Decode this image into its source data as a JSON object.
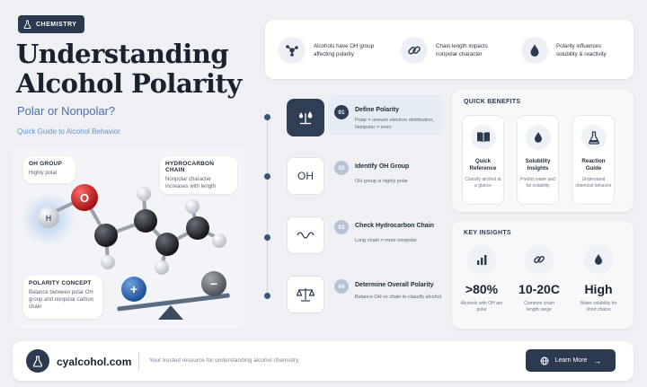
{
  "header": {
    "tag": "CHEMISTRY",
    "title_line1": "Understanding",
    "title_line2": "Alcohol Polarity",
    "subtitle": "Polar or Nonpolar?",
    "guide": "Quick Guide to Alcohol Behavior"
  },
  "molecule": {
    "oh_group": {
      "head": "OH GROUP",
      "text": "Highly polar"
    },
    "chain": {
      "head": "HYDROCARBON CHAIN",
      "text": "Nonpolar character increases with length"
    },
    "atom_label": "O",
    "h_label": "H",
    "concept": {
      "head": "POLARITY CONCEPT",
      "text": "Balance between polar OH group and nonpolar carbon chain"
    },
    "plus": "+",
    "minus": "−"
  },
  "facts": [
    {
      "icon": "molecule-icon",
      "text": "Alcohols have OH group affecting polarity"
    },
    {
      "icon": "chain-link-icon",
      "text": "Chain length impacts nonpolar character"
    },
    {
      "icon": "droplet-icon",
      "text": "Polarity influences solubility & reactivity"
    }
  ],
  "steps": [
    {
      "num": "01",
      "title": "Define Polarity",
      "desc": "Polar = uneven electron distribution, Nonpolar = even",
      "icon": "scale-droplet-icon"
    },
    {
      "num": "02",
      "title": "Identify OH Group",
      "desc": "OH group is highly polar",
      "icon_text": "OH"
    },
    {
      "num": "03",
      "title": "Check Hydrocarbon Chain",
      "desc": "Long chain = more nonpolar",
      "icon": "wave-icon"
    },
    {
      "num": "04",
      "title": "Determine Overall Polarity",
      "desc": "Balance OH vs chain to classify alcohol",
      "icon": "balance-scale-icon"
    }
  ],
  "benefits": {
    "heading": "QUICK BENEFITS",
    "items": [
      {
        "title": "Quick Reference",
        "desc": "Classify alcohol at a glance",
        "icon": "book-icon"
      },
      {
        "title": "Solubility Insights",
        "desc": "Predict water and fat solubility",
        "icon": "droplet-icon"
      },
      {
        "title": "Reaction Guide",
        "desc": "Understand chemical behavior",
        "icon": "flask-icon"
      }
    ]
  },
  "insights": {
    "heading": "KEY INSIGHTS",
    "items": [
      {
        "value": ">80%",
        "label": "Alcohols with OH are polar",
        "icon": "bar-chart-icon"
      },
      {
        "value": "10-20C",
        "label": "Common chain length range",
        "icon": "chain-link-icon"
      },
      {
        "value": "High",
        "label": "Water solubility for short chains",
        "icon": "droplet-icon"
      }
    ]
  },
  "footer": {
    "site": "cyalcohol.com",
    "tagline": "Your trusted resource for understanding alcohol chemistry",
    "button": "Learn More",
    "button_arrow": "→"
  },
  "colors": {
    "accent_dark": "#2b3a4f",
    "oxygen_red": "#d62828",
    "plus_blue": "#2f6db5",
    "background": "#eef0f3"
  }
}
